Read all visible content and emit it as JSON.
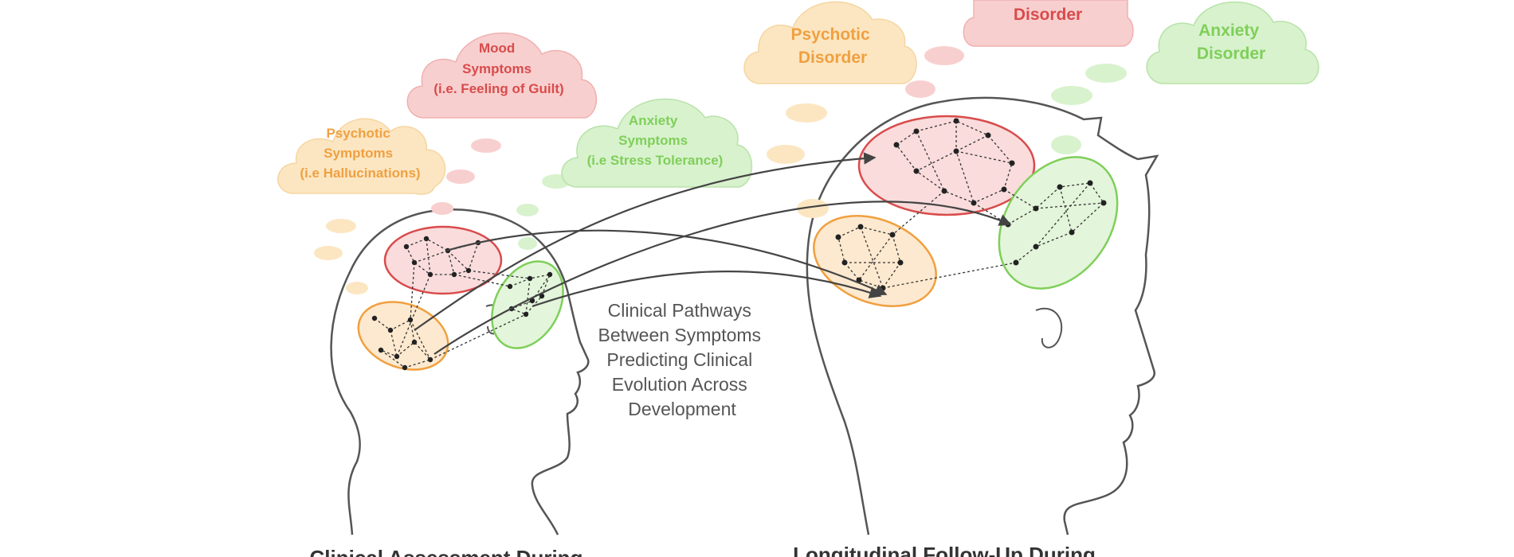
{
  "colors": {
    "psychotic": "#f0a040",
    "psychotic_fill": "#fce6c2",
    "mood": "#d94b4b",
    "mood_fill": "#f8cfcf",
    "anxiety": "#7fcf5a",
    "anxiety_fill": "#d8f2cd",
    "outline": "#555555",
    "text": "#555555"
  },
  "child_bubbles": {
    "psychotic": [
      "Psychotic",
      "Symptoms",
      "(i.e Hallucinations)"
    ],
    "mood": [
      "Mood",
      "Symptoms",
      "(i.e. Feeling of Guilt)"
    ],
    "anxiety": [
      "Anxiety",
      "Symptoms",
      "(i.e Stress Tolerance)"
    ]
  },
  "adult_bubbles": {
    "psychotic": [
      "Psychotic",
      "Disorder"
    ],
    "mood": [
      "Disorder"
    ],
    "anxiety": [
      "Anxiety",
      "Disorder"
    ]
  },
  "center_caption": [
    "Clinical Pathways",
    "Between Symptoms",
    "Predicting Clinical",
    "Evolution Across",
    "Development"
  ],
  "bottom_labels": {
    "left": "Clinical Assessment During",
    "right": "Longitudinal Follow-Up During"
  }
}
